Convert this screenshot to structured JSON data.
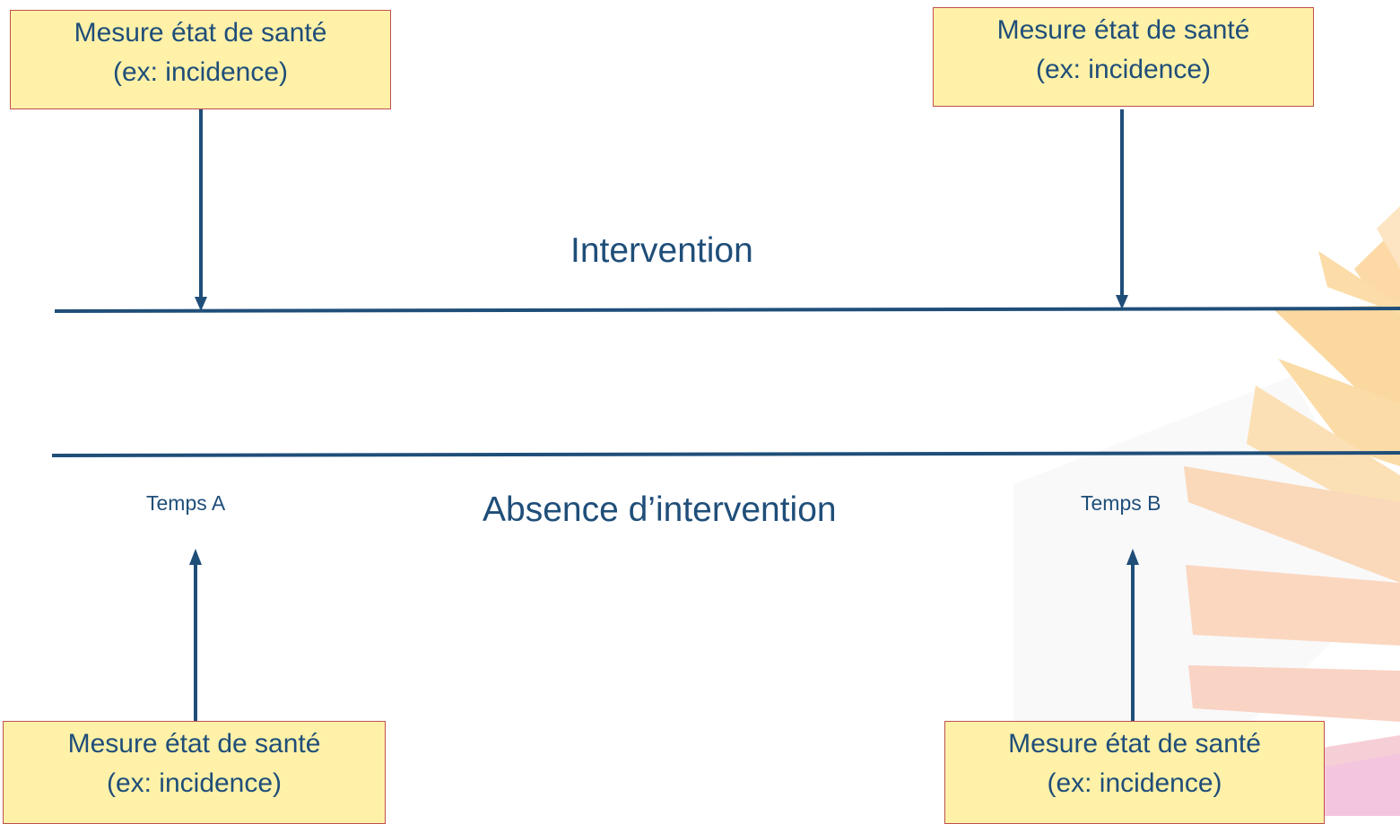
{
  "measure_box": {
    "line1": "Mesure état de santé",
    "line2": "(ex: incidence)"
  },
  "labels": {
    "intervention": "Intervention",
    "absence": "Absence d’intervention",
    "time_a": "Temps A",
    "time_b": "Temps B"
  },
  "colors": {
    "line": "#1f4e79",
    "box_fill": "#fff1a8",
    "box_border": "#c0504d"
  },
  "decoration": "sunburst-watermark"
}
